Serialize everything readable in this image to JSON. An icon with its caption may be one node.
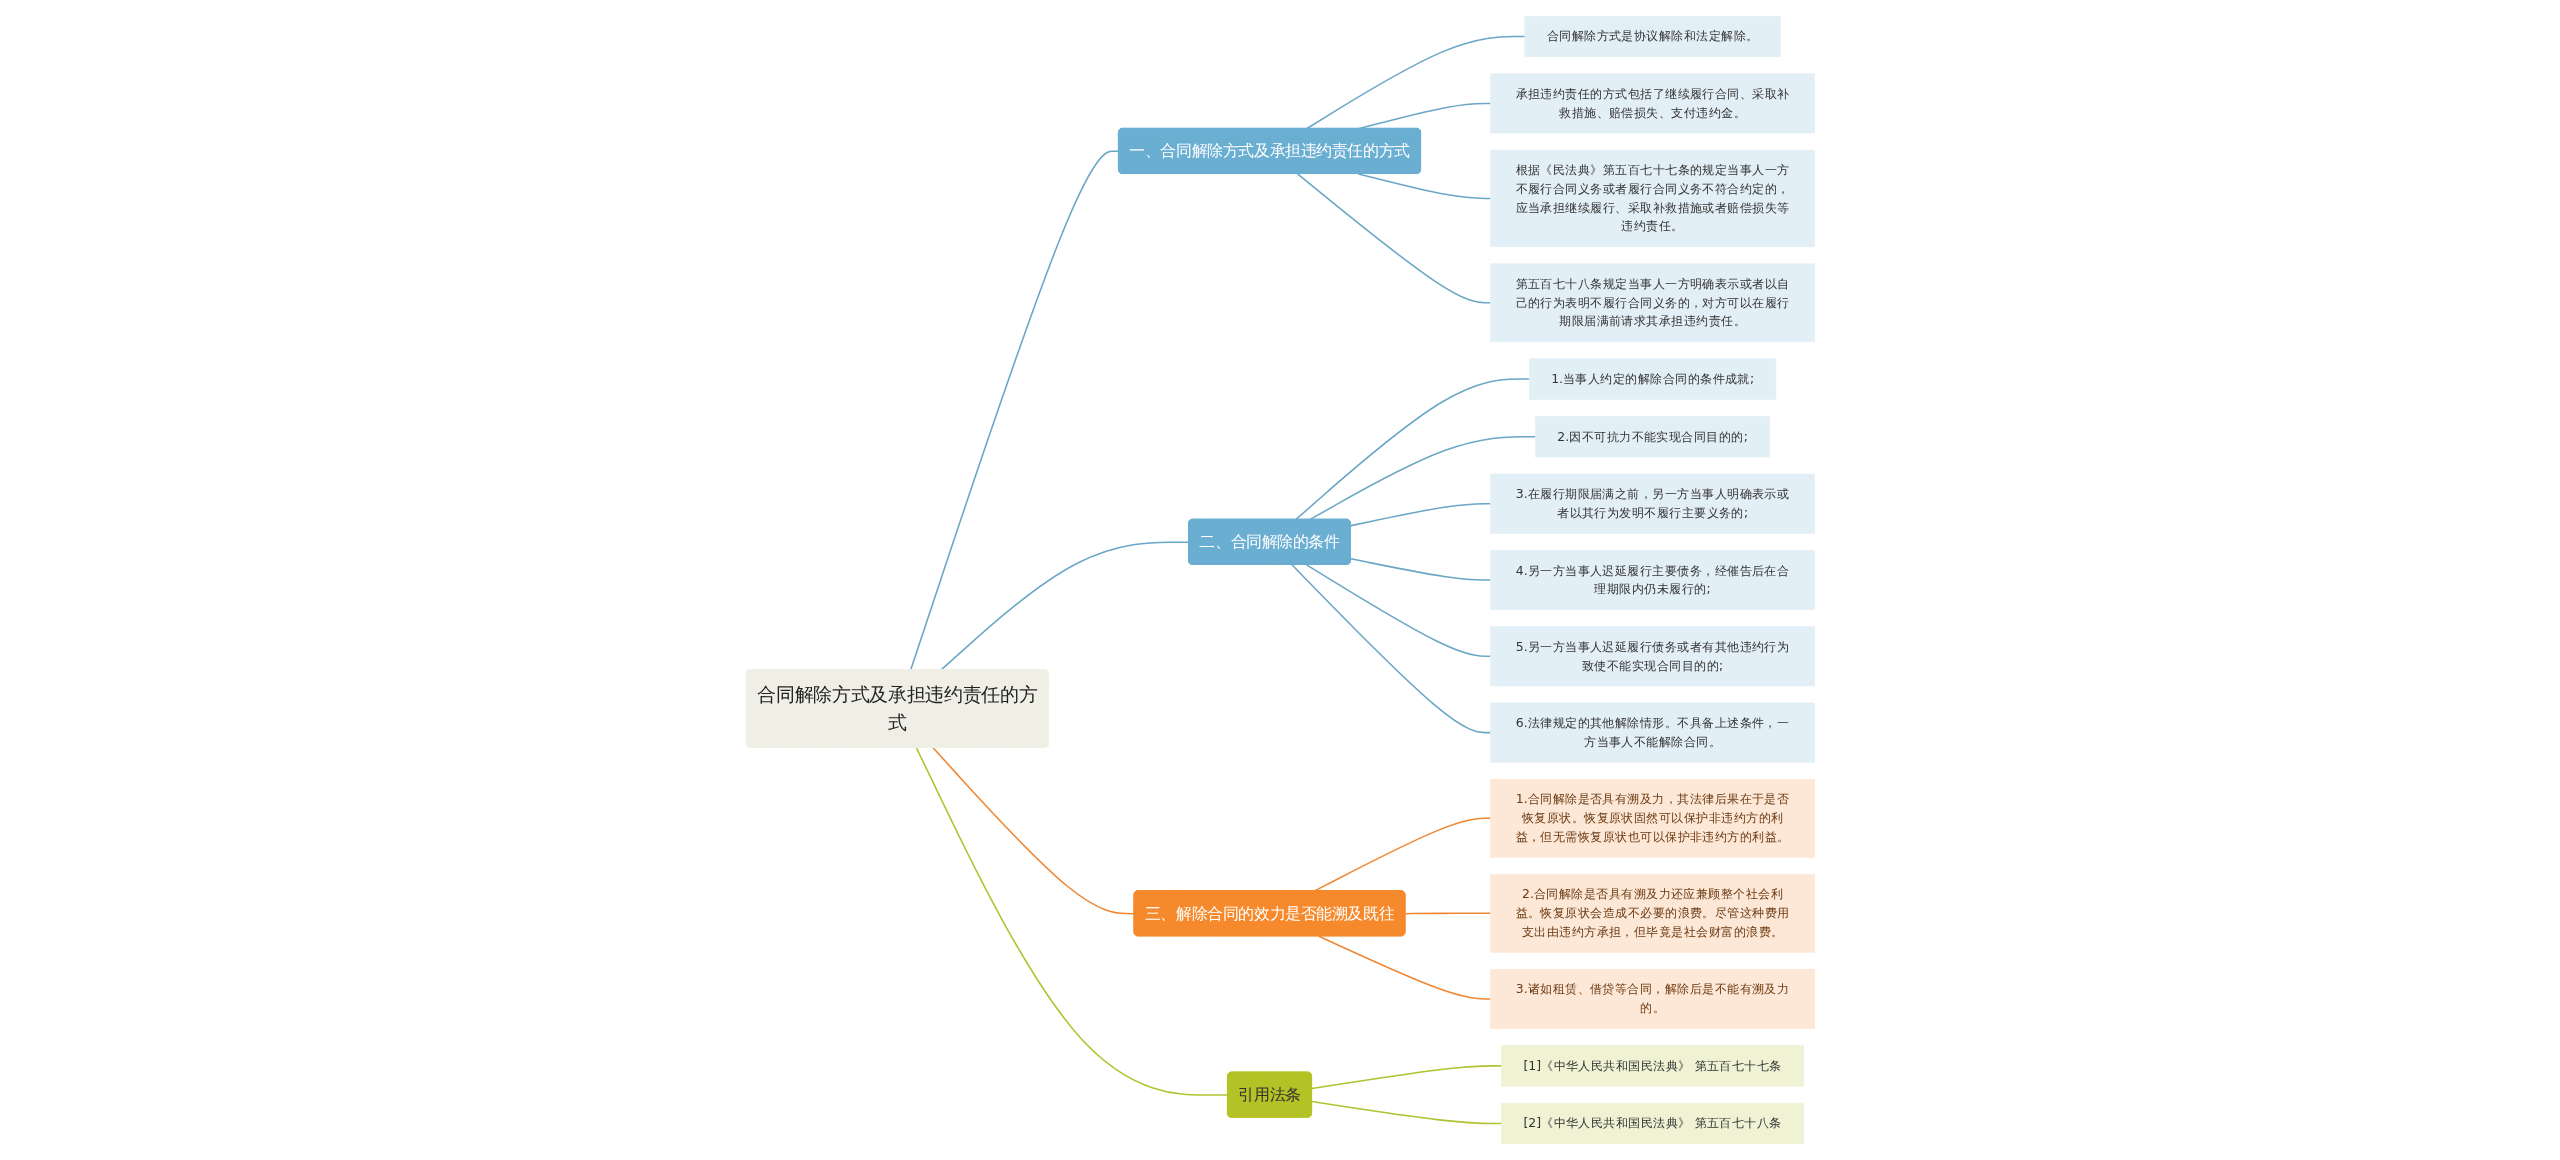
{
  "diagram": {
    "nodes": [
      {
        "text": [
          "合同解除方式及承担违约责任的方式"
        ]
      },
      {
        "text": [
          "一、合同解除方式及承担违约责任的方式"
        ]
      },
      {
        "text": [
          "合同解除方式是协议解除和法定解除。"
        ]
      },
      {
        "text": [
          "承担违约责任的方式包括了继续履行合同、采取补救措施、赔偿损失、支付违约金。"
        ]
      },
      {
        "text": [
          "根据《民法典》第五百七十七条的规定当事人一方不履行合同义务或者履行合同义务不符合约定的，应当承担继续履行、采取补救措施或者赔偿损失等违约责任。"
        ]
      },
      {
        "text": [
          "第五百七十八条规定当事人一方明确表示或者以自己的行为表明不履行合同义务的，对方可以在履行期限届满前请求其承担违约责任。"
        ]
      },
      {
        "text": [
          "二、合同解除的条件"
        ]
      },
      {
        "text": [
          "1.当事人约定的解除合同的条件成就;"
        ]
      },
      {
        "text": [
          "2.因不可抗力不能实现合同目的的;"
        ]
      },
      {
        "text": [
          "3.在履行期限届满之前，另一方当事人明确表示或者以其行为发明不履行主要义务的;"
        ]
      },
      {
        "text": [
          "4.另一方当事人迟延履行主要债务，经催告后在合理期限内仍未履行的;"
        ]
      },
      {
        "text": [
          "5.另一方当事人迟延履行债务或者有其他违约行为致使不能实现合同目的的;"
        ]
      },
      {
        "text": [
          "6.法律规定的其他解除情形。不具备上述条件，一方当事人不能解除合同。"
        ]
      },
      {
        "text": [
          "三、解除合同的效力是否能溯及既往"
        ]
      },
      {
        "text": [
          "1.合同解除是否具有溯及力，其法律后果在于是否恢复原状。恢复原状固然可以保护非违约方的利益，但无需恢复原状也可以保护非违约方的利益。"
        ]
      },
      {
        "text": [
          "2.合同解除是否具有溯及力还应兼顾整个社会利益。恢复原状会造成不必要的浪费。尽管这种费用支出由违约方承担，但毕竟是社会财富的浪费。"
        ]
      },
      {
        "text": [
          "3.诸如租赁、借贷等合同，解除后是不能有溯及力的。"
        ]
      },
      {
        "text": [
          "引用法条"
        ]
      },
      {
        "text": [
          "[1]《中华人民共和国民法典》 第五百七十七条"
        ]
      },
      {
        "text": [
          "[2]《中华人民共和国民法典》 第五百七十八条"
        ]
      }
    ],
    "edges": [
      {
        "from": 0,
        "to": 1,
        "arrow": "none"
      },
      {
        "from": 1,
        "to": 2,
        "arrow": "none"
      },
      {
        "from": 1,
        "to": 3,
        "arrow": "none"
      },
      {
        "from": 1,
        "to": 4,
        "arrow": "none"
      },
      {
        "from": 1,
        "to": 5,
        "arrow": "none"
      },
      {
        "from": 0,
        "to": 6,
        "arrow": "none"
      },
      {
        "from": 6,
        "to": 7,
        "arrow": "none"
      },
      {
        "from": 6,
        "to": 8,
        "arrow": "none"
      },
      {
        "from": 6,
        "to": 9,
        "arrow": "none"
      },
      {
        "from": 6,
        "to": 10,
        "arrow": "none"
      },
      {
        "from": 6,
        "to": 11,
        "arrow": "none"
      },
      {
        "from": 6,
        "to": 12,
        "arrow": "none"
      },
      {
        "from": 0,
        "to": 13,
        "arrow": "none",
        "color": "#ef8733"
      },
      {
        "from": 13,
        "to": 14,
        "arrow": "none",
        "color": "#ef8733"
      },
      {
        "from": 13,
        "to": 15,
        "arrow": "none",
        "color": "#ef8733"
      },
      {
        "from": 13,
        "to": 16,
        "arrow": "none",
        "color": "#ef8733"
      },
      {
        "from": 0,
        "to": 17,
        "arrow": "none",
        "color": "#b2c230"
      },
      {
        "from": 17,
        "to": 18,
        "arrow": "none",
        "color": "#b2c230"
      },
      {
        "from": 17,
        "to": 19,
        "arrow": "none",
        "color": "#b2c230"
      }
    ]
  }
}
